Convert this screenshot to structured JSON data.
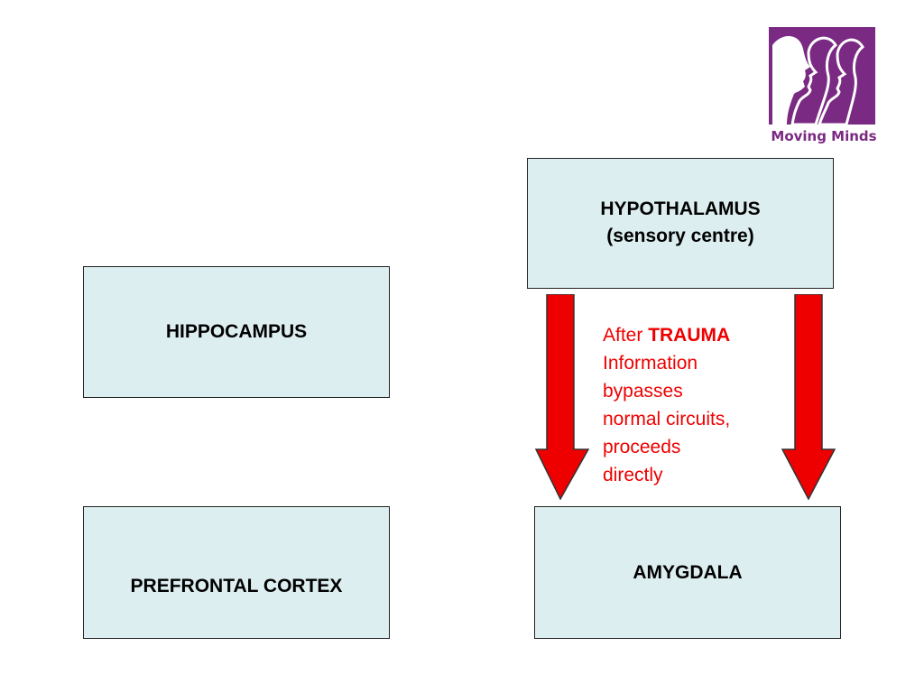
{
  "logo": {
    "text": "Moving Minds",
    "color": "#7a2a82"
  },
  "boxes": {
    "hypothalamus": {
      "line1": "HYPOTHALAMUS",
      "line2": "(sensory centre)"
    },
    "hippocampus": {
      "label": "HIPPOCAMPUS"
    },
    "prefrontal": {
      "label": "PREFRONTAL CORTEX"
    },
    "amygdala": {
      "label": "AMYGDALA"
    }
  },
  "annotation": {
    "prefix": "After ",
    "emphasis": "TRAUMA",
    "lines": [
      "Information",
      "bypasses",
      "normal circuits,",
      "proceeds",
      "directly"
    ],
    "color": "#ee0000"
  },
  "arrows": {
    "color": "#ee0000",
    "icon": "down-arrow-icon"
  }
}
